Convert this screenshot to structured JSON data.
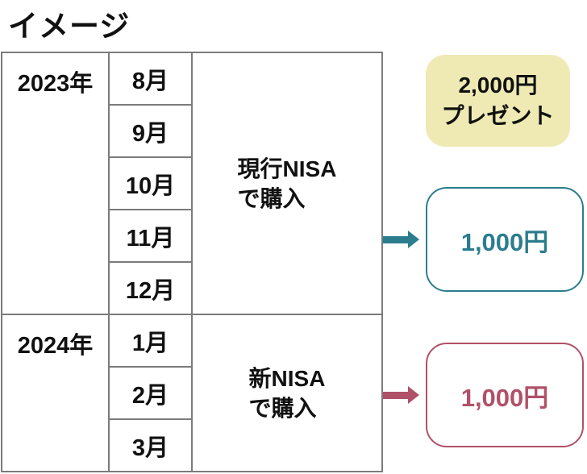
{
  "title": "イメージ",
  "table": {
    "groups": [
      {
        "year": "2023年",
        "months": [
          "8月",
          "9月",
          "10月",
          "11月",
          "12月"
        ],
        "label_line1": "現行NISA",
        "label_line2": "で購入"
      },
      {
        "year": "2024年",
        "months": [
          "1月",
          "2月",
          "3月"
        ],
        "label_line1": "新NISA",
        "label_line2": "で購入"
      }
    ]
  },
  "bonus_box": {
    "line1": "2,000円",
    "line2": "プレゼント"
  },
  "results": [
    {
      "amount": "1,000円"
    },
    {
      "amount": "1,000円"
    }
  ],
  "colors": {
    "current_accent": "#2b7d8e",
    "current_bg": "#d5e5e9",
    "new_accent": "#b05169",
    "new_bg": "#e4d1d7",
    "bonus_bg": "#efeab4",
    "grid_border": "#7b7b7b"
  }
}
